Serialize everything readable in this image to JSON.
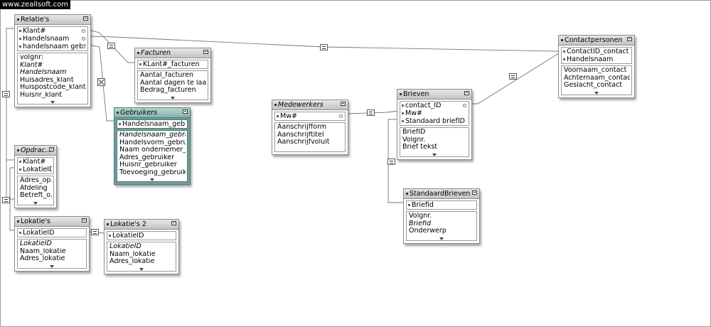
{
  "watermark": "www.zeallsoft.com",
  "tables": {
    "relaties": {
      "title": "Relatie's",
      "keys": [
        "Klant#",
        "Handelsnaam",
        "handelsnaam gebrui..."
      ],
      "fields": [
        "volgnr:",
        "Klant#",
        "Handelsnaam",
        "Huisadres_klant",
        "Huispostcode_klant",
        "Huisnr_klant"
      ]
    },
    "facturen": {
      "title": "Facturen",
      "keys": [
        "KLant#_facturen"
      ],
      "fields": [
        "Aantal_facturen",
        "Aantal dagen te laat",
        "Bedrag_facturen"
      ]
    },
    "gebruikers": {
      "title": "Gebruikers",
      "keys": [
        "Handelsnaam_gebruik..."
      ],
      "fields": [
        "Handelsnaam_gebruik...",
        "Handelsvorm_gebruiker",
        "Naam ondernemer_g...",
        "Adres_gebruiker",
        "Huisnr_gebruiker",
        "Toevoeging_gebruiker"
      ]
    },
    "opdrachten": {
      "title": "Opdrac...",
      "keys": [
        "Klant#",
        "LokatieID..."
      ],
      "fields": [
        "Adres_op...",
        "Afdeling",
        "Betreft_o..."
      ]
    },
    "lokaties": {
      "title": "Lokatie's",
      "keys": [
        "LokatieID"
      ],
      "fields": [
        "LokatieID",
        "Naam_lokatie",
        "Adres_lokatie"
      ]
    },
    "lokaties2": {
      "title": "Lokatie's 2",
      "keys": [
        "LokatieID"
      ],
      "fields": [
        "LokatieID",
        "Naam_lokatie",
        "Adres_lokatie"
      ]
    },
    "medewerkers": {
      "title": "Medewerkers",
      "keys": [
        "Mw#"
      ],
      "fields": [
        "Aanschrijfform",
        "Aanschrijftitel",
        "Aanschrijfvoluit"
      ]
    },
    "brieven": {
      "title": "Brieven",
      "keys": [
        "contact_ID",
        "Mw#",
        "Standaard briefID"
      ],
      "fields": [
        "BriefID",
        "Volgnr.",
        "Brief tekst"
      ]
    },
    "standaardbrieven": {
      "title": "StandaardBrieven",
      "keys": [
        "Briefid"
      ],
      "fields": [
        "Volgnr.",
        "Briefid",
        "Onderwerp"
      ]
    },
    "contactpersonen": {
      "title": "Contactpersonen",
      "keys": [
        "ContactID_contact",
        "Handelsnaam"
      ],
      "fields": [
        "Voornaam_contact",
        "Achternaam_contact",
        "Geslacht_contact"
      ]
    }
  }
}
